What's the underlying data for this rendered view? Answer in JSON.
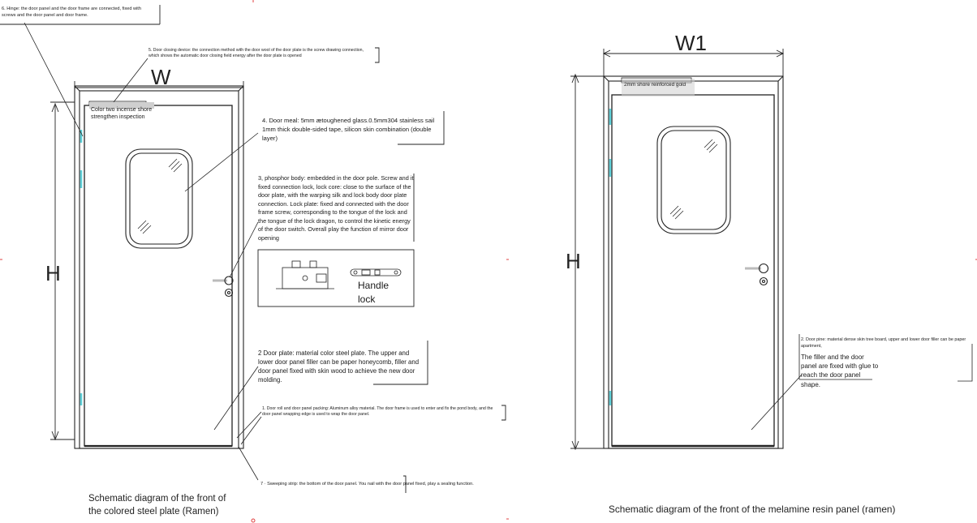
{
  "left_diagram": {
    "width_label": "W",
    "height_label": "H",
    "caption_line1": "Schematic diagram of the front of",
    "caption_line2": "the colored steel plate (Ramen)",
    "notes": {
      "hinge": "6. Hinge: the door panel and the door frame are connected, fixed with screws and the door panel and door frame.",
      "closer": "5. Door closing device: the connection method with the door wool of the door plate is the screw drawing connection, which shows the automatic door closing field energy after the door plate is opened",
      "top_strip": "Color two incense shore strengthen inspection",
      "glass": "4. Door meal: 5mm ætoughened glass.0.5mm304 stainless sail 1mm thick double-sided tape, silicon skin combination (double layer)",
      "lock": "3, phosphor body: embedded in the door pole. Screw and it fixed connection lock, lock core: close to the surface of the door plate, with the warping silk and lock body door plate connection. Lock plate: fixed and connected with the door frame screw, corresponding to the tongue of the lock and the tongue of the lock dragon, to control the kinetic energy of the door switch. Overall play the function of mirror door opening",
      "handle_lock_line1": "Handle",
      "handle_lock_line2": "lock",
      "door_plate": "2 Door plate: material color steel plate. The upper and lower door panel filler can be paper honeycomb, filler and door panel fixed with skin wood to achieve the new door molding.",
      "frame": "1. Door roll and door panel packing: Aluminum alloy material. The door frame is used to enter and fix the pond body, and the door panel wrapping edge is used to wrap the door panel.",
      "sweep": "7 · Sweeping strip: the bottom of the door panel. You nail with the door panel fixed, play a sealing function."
    }
  },
  "right_diagram": {
    "width_label": "W1",
    "height_label": "H",
    "caption": "Schematic diagram of the front of the melamine resin panel (ramen)",
    "notes": {
      "top_strip": "2mm shore reinforced gold",
      "door_pine_small": "2. Door pine: material dense skin tree board, upper and lower door filler can be paper apartment,",
      "door_pine_large": "The filler and the door panel are fixed with glue to reach the door panel shape."
    }
  },
  "colors": {
    "line": "#222222",
    "hinge_accent": "#5fd0d8",
    "marker": "#e04040",
    "label_band": "#cfcfcf"
  }
}
